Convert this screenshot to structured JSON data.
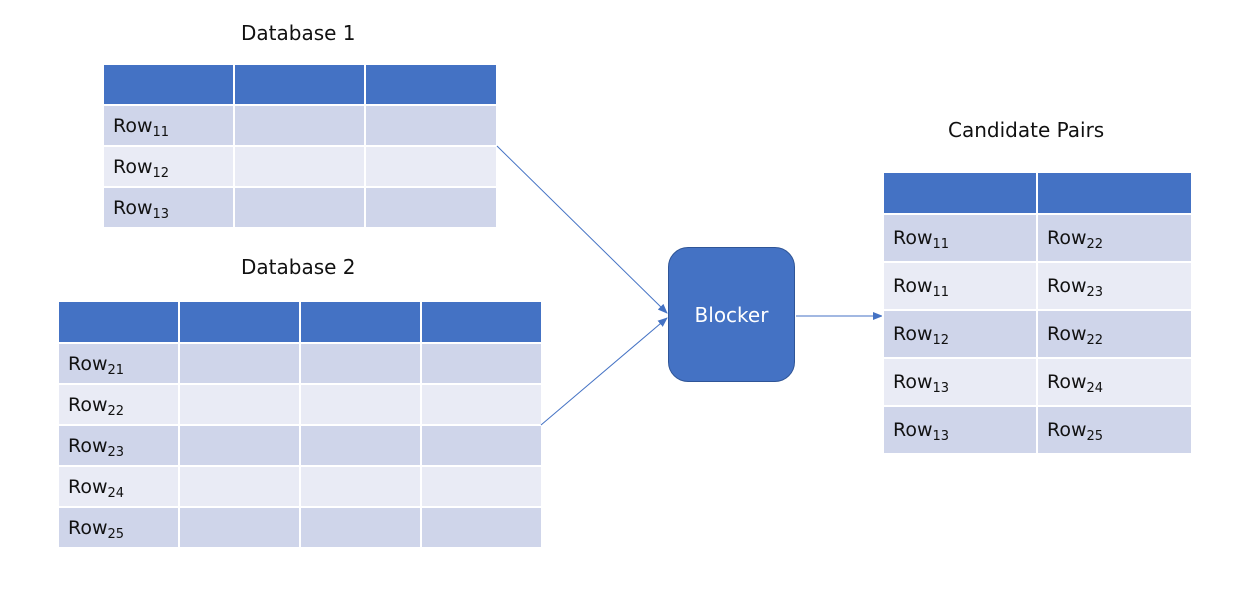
{
  "database1": {
    "title": "Database 1",
    "rows": [
      {
        "label": "Row",
        "sub": "11"
      },
      {
        "label": "Row",
        "sub": "12"
      },
      {
        "label": "Row",
        "sub": "13"
      }
    ]
  },
  "database2": {
    "title": "Database 2",
    "rows": [
      {
        "label": "Row",
        "sub": "21"
      },
      {
        "label": "Row",
        "sub": "22"
      },
      {
        "label": "Row",
        "sub": "23"
      },
      {
        "label": "Row",
        "sub": "24"
      },
      {
        "label": "Row",
        "sub": "25"
      }
    ]
  },
  "blocker": {
    "label": "Blocker"
  },
  "candidates": {
    "title": "Candidate Pairs",
    "rows": [
      [
        {
          "label": "Row",
          "sub": "11"
        },
        {
          "label": "Row",
          "sub": "22"
        }
      ],
      [
        {
          "label": "Row",
          "sub": "11"
        },
        {
          "label": "Row",
          "sub": "23"
        }
      ],
      [
        {
          "label": "Row",
          "sub": "12"
        },
        {
          "label": "Row",
          "sub": "22"
        }
      ],
      [
        {
          "label": "Row",
          "sub": "13"
        },
        {
          "label": "Row",
          "sub": "24"
        }
      ],
      [
        {
          "label": "Row",
          "sub": "13"
        },
        {
          "label": "Row",
          "sub": "25"
        }
      ]
    ]
  },
  "colors": {
    "header": "#4472c4",
    "row_dark": "#cfd5ea",
    "row_light": "#e9ebf5",
    "arrow": "#4472c4"
  }
}
